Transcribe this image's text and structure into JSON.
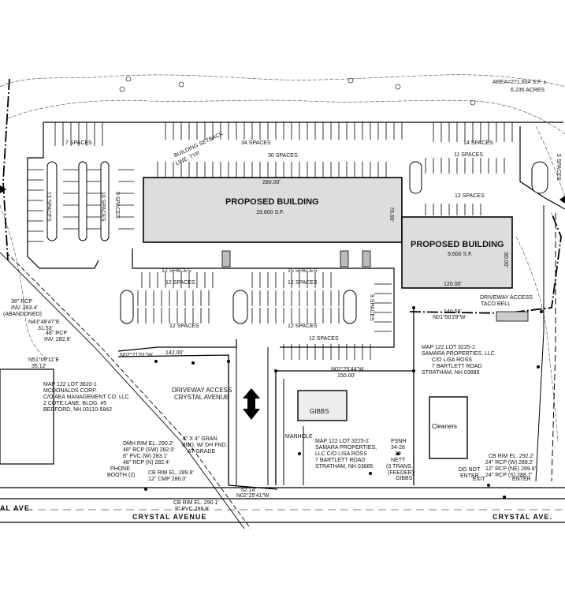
{
  "site": {
    "area_line1": "AREA=271,604 S.F. ±",
    "area_line2": "6.235 ACRES"
  },
  "buildings": {
    "main": {
      "name": "PROPOSED BUILDING",
      "area": "19,600 S.F."
    },
    "secondary": {
      "name": "PROPOSED BUILDING",
      "area": "9,600 S.F."
    },
    "gibbs": "GIBBS",
    "cleaners": "Cleaners",
    "taco_bell": "TACO BELL"
  },
  "parking": {
    "top_left": "7 SPACES",
    "top_mid": "34 SPACES",
    "top_right": "14 SPACES",
    "row_30": "30 SPACES",
    "right_11": "11 SPACES",
    "right_12": "12 SPACES",
    "right_5": "5 SPACES",
    "col_13": "13 SPACES",
    "col_10": "10 SPACES",
    "col_9": "9 SPACES",
    "mid_12a": "12 SPACES",
    "mid_15": "15 SPACES",
    "mid_12b": "12 SPACES",
    "mid_12c": "12 SPACES",
    "low_12a": "12 SPACES",
    "low_12b": "12 SPACES",
    "low_12c": "12 SPACES",
    "right_col_9": "9 SPACES"
  },
  "dimensions": {
    "main_width": "280.00'",
    "main_depth": "70.00'",
    "sec_width": "120.00'",
    "sec_depth": "80.00'",
    "line_142": "142.00'",
    "line_150": "150.00'",
    "line_140": "140.59'",
    "line_52": "52.14'"
  },
  "bearings": {
    "b1": "N02°21'01\"W",
    "b2": "N02°25'44\"W",
    "b3": "N01°50'29\"W",
    "b4": "N02°25'41\"W",
    "b5": "N43°48'47\"E",
    "b5_len": "31.53'",
    "b6": "N51°09'11\"E",
    "b6_len": "35.12'"
  },
  "parcels": {
    "mcdonalds": [
      "MAP 122 LOT 3620-1",
      "MCDONALDS CORP.",
      "C/O AEA MANAGEMENT CO. LLC",
      "2 COTE LANE, BLDG. #5",
      "BEDFORD, NH 03110-5842"
    ],
    "samara_1": [
      "MAP 122 LOT 3225-1",
      "SAMARA PROPERTIES, LLC",
      "C/O LISA ROSS",
      "7 BARTLETT ROAD",
      "STRATHAM, NH 03885"
    ],
    "samara_2": [
      "MAP 122 LOT 3225-2",
      "SAMARA PROPERTIES,",
      "LLC C/O LISA ROSS",
      "7 BARTLETT ROAD",
      "STRATHAM, NH 03885"
    ]
  },
  "access": {
    "crystal_1": "DRIVEWAY ACCESS",
    "crystal_2": "CRYSTAL AVENUE",
    "taco_1": "DRIVEWAY ACCESS",
    "setback_1": "BUILDING SETBACK",
    "setback_2": "LINE, TYP."
  },
  "utilities": {
    "rcp1": "36\" RCP",
    "rcp1b": "INV. 283.4'",
    "rcp1c": "(ABANDONED)",
    "rcp2": "48\" RCP",
    "rcp2b": "INV. 282.8'",
    "dmh": [
      "DMH RIM EL. 290.2'",
      "48\" RCP (SW) 282.0'",
      "8\" PVC (W) 283.1'",
      "48\" RCP (N) 282.4'"
    ],
    "gran": [
      "4\" X 4\" GRAN.",
      "BND. W/ DH FND.",
      "AT GRADE"
    ],
    "phone": [
      "PHONE",
      "BOOTH (2)"
    ],
    "cb1": [
      "CB RIM EL. 289.8'",
      "12\" CMP 286.0'"
    ],
    "cb2": [
      "CB RIM EL. 290.1'",
      "8\" PVC 286.9'"
    ],
    "cb3": [
      "CB RIM EL. 292.2'",
      "24\" RCP (W) 288.2'",
      "12\" RCP (NE) 289.8'",
      "24\" RCP (S) 288.7'"
    ],
    "manhole": "MANHOLE",
    "psnh": [
      "PSNH",
      "34-26",
      "19",
      "NETT",
      "(3 TRANS.)",
      "(FEEDER)"
    ],
    "gibbs_sign": "GIBBS",
    "do_not_enter": [
      "DO NOT",
      "ENTER"
    ],
    "exit": "EXIT",
    "enter": "ENTER"
  },
  "roads": {
    "crystal_left": "AL AVE.",
    "crystal_mid": "CRYSTAL AVENUE",
    "crystal_right": "CRYSTAL AVE."
  }
}
